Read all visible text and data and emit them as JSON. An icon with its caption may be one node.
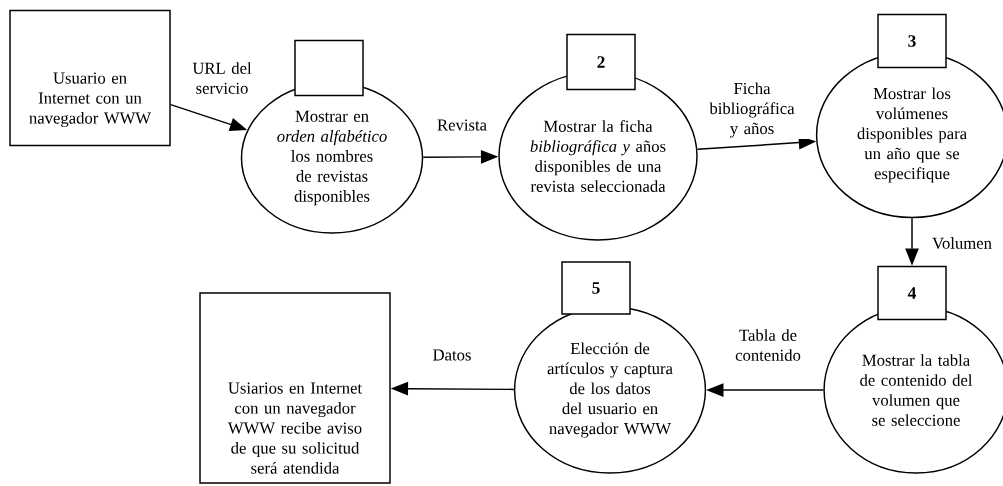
{
  "diagram": {
    "nodes": [
      {
        "text": [
          "Usuario en Internet con un navegador WWW"
        ]
      },
      {
        "text": [],
        "shape": "box"
      },
      {
        "text": [
          "Mostrar en *orden alfabético* los nombres de revistas disponibles"
        ]
      },
      {
        "text": [
          "2"
        ]
      },
      {
        "text": [
          "Mostrar la ficha *bibliográfica y* años disponibles de una revista seleccionada"
        ]
      },
      {
        "text": [
          "3"
        ]
      },
      {
        "text": [
          "Mostrar los volúmenes disponibles para un año que se especifique"
        ]
      },
      {
        "text": [
          "4"
        ]
      },
      {
        "text": [
          "Mostrar la tabla de contenido del volumen que se seleccione"
        ]
      },
      {
        "text": [
          "5"
        ]
      },
      {
        "text": [
          "Elección de artículos y captura de los datos del usuario en navegador WWW"
        ]
      },
      {
        "text": [
          "Usiarios en Internet con un navegador WWW recibe aviso de que su solicitud será atendida"
        ]
      }
    ],
    "edges": [
      {
        "from": 0,
        "to": 2,
        "arrow": "to",
        "label": "URL del servicio"
      },
      {
        "from": 2,
        "to": 4,
        "arrow": "to",
        "label": "Revista"
      },
      {
        "from": 4,
        "to": 6,
        "arrow": "to",
        "label": "Ficha bibliográfica y años"
      },
      {
        "from": 6,
        "to": 7,
        "arrow": "to",
        "label": "Volumen"
      },
      {
        "from": 8,
        "to": 10,
        "arrow": "to",
        "label": "Tabla de contenido"
      },
      {
        "from": 10,
        "to": 11,
        "arrow": "to",
        "label": "Datos"
      }
    ]
  }
}
